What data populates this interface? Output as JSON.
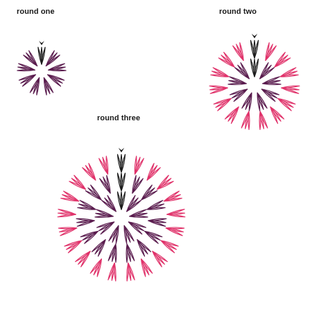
{
  "labels": {
    "round_one": "round one",
    "round_two": "round two",
    "round_three": "round three"
  },
  "colors": {
    "purple": "#5a1c4e",
    "pink": "#e0326a",
    "black": "#1c1c1c",
    "background": "#ffffff"
  },
  "rounds": [
    {
      "name": "round one",
      "rings": [
        {
          "count": 9,
          "color": "purple"
        }
      ]
    },
    {
      "name": "round two",
      "rings": [
        {
          "count": 9,
          "color": "purple"
        },
        {
          "count": 15,
          "color": "pink"
        }
      ]
    },
    {
      "name": "round three",
      "rings": [
        {
          "count": 9,
          "color": "purple"
        },
        {
          "count": 15,
          "color": "purple"
        },
        {
          "count": 21,
          "color": "pink"
        }
      ]
    }
  ],
  "icons": [
    "start-marker-icon"
  ]
}
